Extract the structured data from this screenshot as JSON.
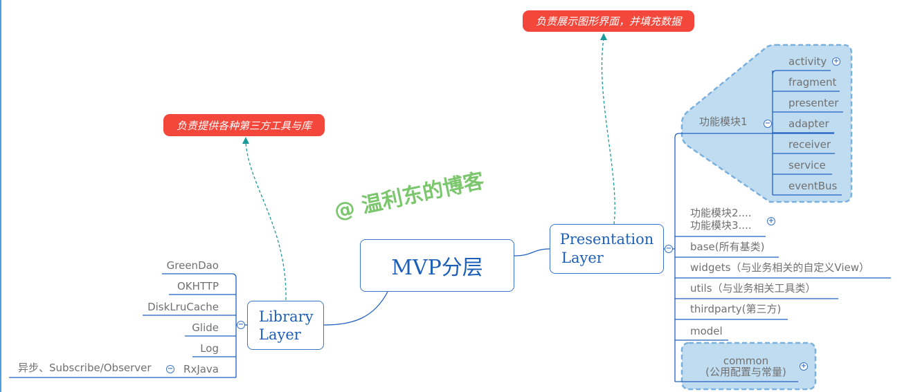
{
  "central": {
    "label": "MVP分层"
  },
  "presentation": {
    "label_line1": "Presentation",
    "label_line2": "Layer",
    "callout": "负责展示图形界面，并填充数据",
    "module1": {
      "label": "功能模块1",
      "children": [
        "activity",
        "fragment",
        "presenter",
        "adapter",
        "receiver",
        "service",
        "eventBus"
      ]
    },
    "module23_line1": "功能模块2....",
    "module23_line2": "功能模块3....",
    "items": [
      "base(所有基类)",
      "widgets（与业务相关的自定义View）",
      "utils（与业务相关工具类）",
      "thirdparty(第三方)",
      "model"
    ],
    "common_line1": "common",
    "common_line2": "(公用配置与常量)"
  },
  "library": {
    "label_line1": "Library",
    "label_line2": "Layer",
    "callout": "负责提供各种第三方工具与库",
    "items": [
      "GreenDao",
      "OKHTTP",
      "DiskLruCache",
      "Glide",
      "Log",
      "RxJava"
    ],
    "rxjava_note": "异步、Subscribe/Observer"
  },
  "watermark": "@ 温利东的博客",
  "colors": {
    "callout": "#f3473b",
    "line": "#1f5fbf",
    "node_border": "#3a74c4",
    "bubble": "#c0dcf0",
    "arrow": "#1a9a9a"
  }
}
